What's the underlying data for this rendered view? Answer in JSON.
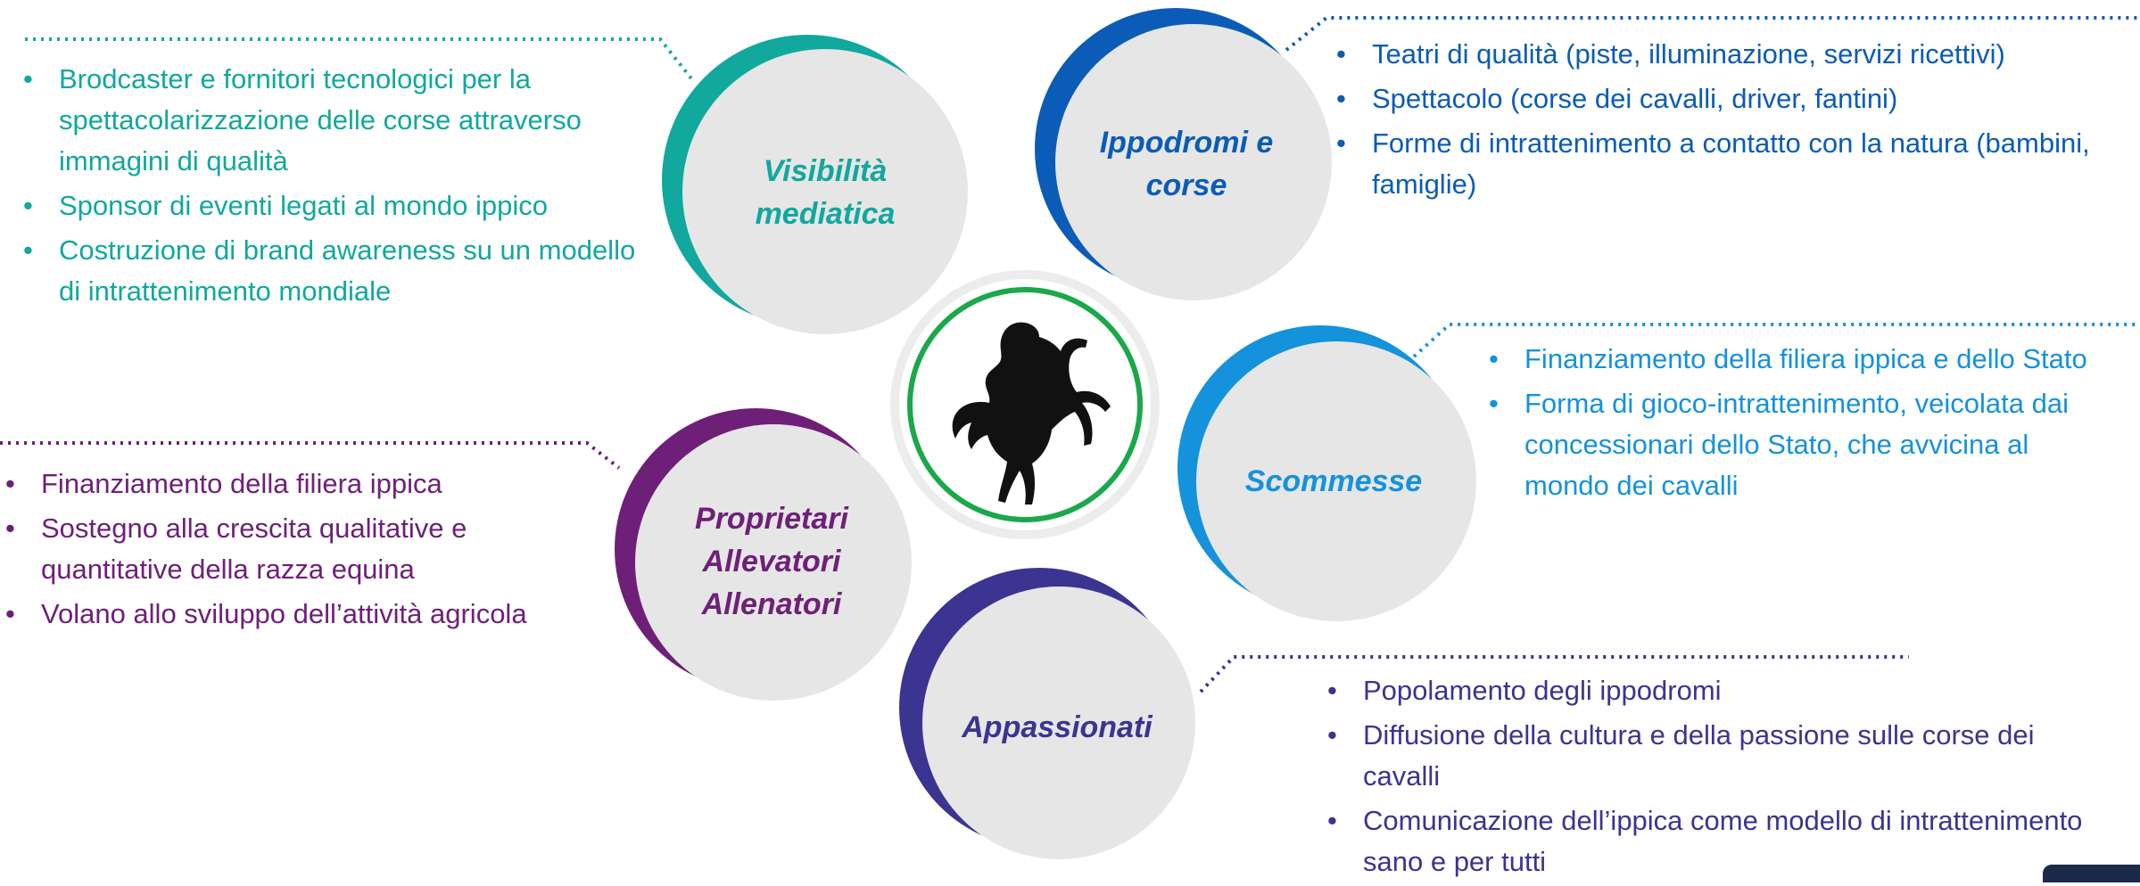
{
  "colors": {
    "teal": "#11a89e",
    "blue": "#0b5cb6",
    "lightblue": "#1592dc",
    "purple": "#6e2078",
    "indigo": "#3b3491",
    "green": "#1aa84a",
    "circle": "#e6e6e6"
  },
  "nodes": {
    "visibilita": {
      "line1": "Visibilità",
      "line2": "mediatica"
    },
    "ippodromi": {
      "line1": "Ippodromi e",
      "line2": "corse"
    },
    "scommesse": {
      "line1": "Scommesse"
    },
    "proprietari": {
      "line1": "Proprietari",
      "line2": "Allevatori",
      "line3": "Allenatori"
    },
    "appassionati": {
      "line1": "Appassionati"
    }
  },
  "center": {
    "icon": "rearing-horse-icon"
  },
  "lists": {
    "visibilita": [
      "Brodcaster e fornitori tecnologici per la spettacolarizzazione delle corse attraverso immagini di qualità",
      "Sponsor di eventi legati al mondo ippico",
      "Costruzione di brand awareness su un modello di intrattenimento mondiale"
    ],
    "ippodromi": [
      "Teatri di qualità (piste, illuminazione, servizi ricettivi)",
      "Spettacolo (corse dei cavalli, driver, fantini)",
      "Forme di intrattenimento a contatto con la natura (bambini, famiglie)"
    ],
    "scommesse": [
      "Finanziamento della filiera ippica e dello Stato",
      "Forma di gioco-intrattenimento, veicolata dai concessionari dello Stato, che avvicina al mondo dei cavalli"
    ],
    "proprietari": [
      "Finanziamento della filiera ippica",
      "Sostegno alla crescita qualitative e quantitative della razza equina",
      "Volano allo sviluppo dell’attività agricola"
    ],
    "appassionati": [
      "Popolamento degli ippodromi",
      "Diffusione della cultura e della passione sulle corse dei cavalli",
      "Comunicazione dell’ippica come modello di intrattenimento sano e per tutti"
    ]
  }
}
